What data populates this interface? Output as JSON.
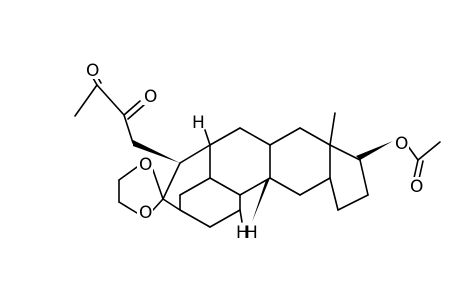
{
  "molecule": {
    "atoms": {
      "o_ketone_1": "O",
      "o_ketone_2": "O",
      "o_dioxolane_1": "O",
      "o_dioxolane_2": "O",
      "o_ester": "O",
      "o_carbonyl": "O",
      "h_top": "H",
      "h_bottom_left": "H",
      "h_bottom_right": "H"
    }
  }
}
